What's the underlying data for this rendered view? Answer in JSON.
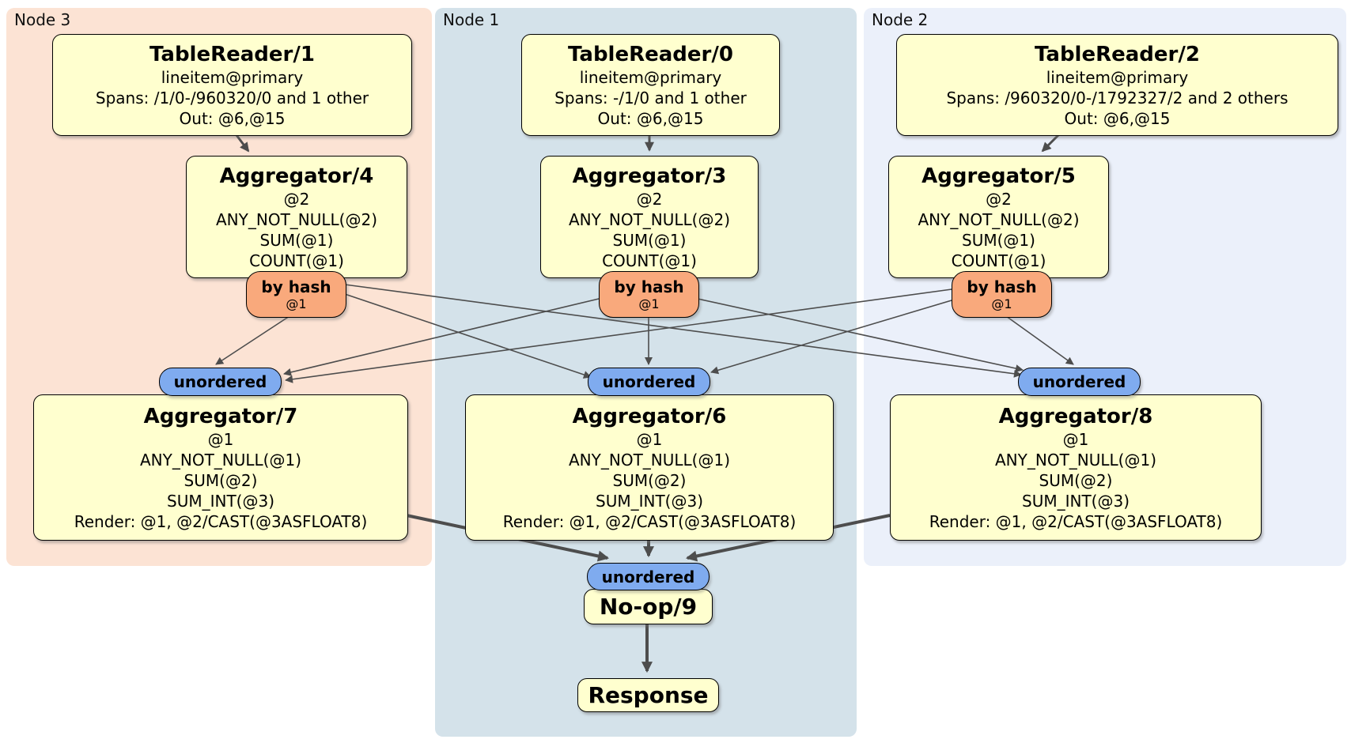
{
  "diagram": {
    "regions": [
      {
        "label": "Node 3"
      },
      {
        "label": "Node 1"
      },
      {
        "label": "Node 2"
      }
    ],
    "processors": {
      "tr1": {
        "title": "TableReader/1",
        "lines": [
          "lineitem@primary",
          "Spans: /1/0-/960320/0 and 1 other",
          "Out: @6,@15"
        ]
      },
      "tr0": {
        "title": "TableReader/0",
        "lines": [
          "lineitem@primary",
          "Spans: -/1/0 and 1 other",
          "Out: @6,@15"
        ]
      },
      "tr2": {
        "title": "TableReader/2",
        "lines": [
          "lineitem@primary",
          "Spans: /960320/0-/1792327/2 and 2 others",
          "Out: @6,@15"
        ]
      },
      "agg4": {
        "title": "Aggregator/4",
        "lines": [
          "@2",
          "ANY_NOT_NULL(@2)",
          "SUM(@1)",
          "COUNT(@1)"
        ]
      },
      "agg3": {
        "title": "Aggregator/3",
        "lines": [
          "@2",
          "ANY_NOT_NULL(@2)",
          "SUM(@1)",
          "COUNT(@1)"
        ]
      },
      "agg5": {
        "title": "Aggregator/5",
        "lines": [
          "@2",
          "ANY_NOT_NULL(@2)",
          "SUM(@1)",
          "COUNT(@1)"
        ]
      },
      "agg7": {
        "title": "Aggregator/7",
        "lines": [
          "@1",
          "ANY_NOT_NULL(@1)",
          "SUM(@2)",
          "SUM_INT(@3)",
          "Render: @1, @2/CAST(@3ASFLOAT8)"
        ]
      },
      "agg6": {
        "title": "Aggregator/6",
        "lines": [
          "@1",
          "ANY_NOT_NULL(@1)",
          "SUM(@2)",
          "SUM_INT(@3)",
          "Render: @1, @2/CAST(@3ASFLOAT8)"
        ]
      },
      "agg8": {
        "title": "Aggregator/8",
        "lines": [
          "@1",
          "ANY_NOT_NULL(@1)",
          "SUM(@2)",
          "SUM_INT(@3)",
          "Render: @1, @2/CAST(@3ASFLOAT8)"
        ]
      },
      "noop": {
        "title": "No-op/9"
      },
      "response": {
        "title": "Response"
      }
    },
    "router": {
      "label": "by hash",
      "detail": "@1"
    },
    "stream": {
      "label": "unordered"
    },
    "colors": {
      "node3_bg": "#fce3d4",
      "node1_bg": "#d4e2ea",
      "node2_bg": "#ebf0fa",
      "processor_bg": "#ffffcf",
      "router_bg": "#f9a97c",
      "stream_bg": "#7fabef",
      "edge": "#4d4d4d"
    }
  }
}
